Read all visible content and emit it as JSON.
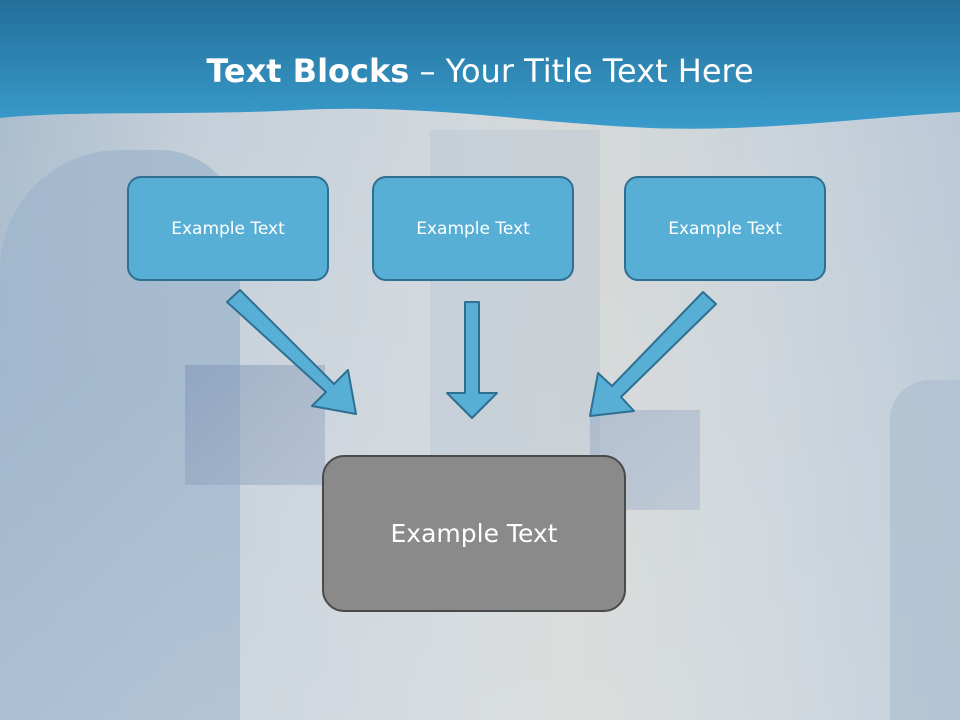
{
  "slide": {
    "title_bold": "Text Blocks",
    "title_dash": " – ",
    "title_rest": "Your Title Text Here"
  },
  "blocks": [
    {
      "label": "Example Text"
    },
    {
      "label": "Example Text"
    },
    {
      "label": "Example Text"
    }
  ],
  "target": {
    "label": "Example Text"
  },
  "colors": {
    "header_blue": "#2f8fbd",
    "box_blue": "#57afd6",
    "box_border": "#2f6f91",
    "target_gray": "#8a8a8a",
    "arrow_fill": "#57afd6"
  },
  "icons": [
    "arrow-down-right-icon",
    "arrow-down-icon",
    "arrow-down-left-icon"
  ]
}
